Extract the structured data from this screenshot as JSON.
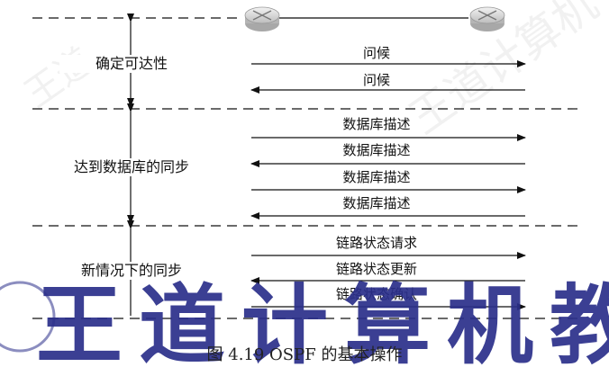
{
  "diagram": {
    "caption": "图 4.19    OSPF 的基本操作",
    "phases": [
      {
        "label": "确定可达性"
      },
      {
        "label": "达到数据库的同步"
      },
      {
        "label": "新情况下的同步"
      }
    ],
    "messages": [
      {
        "label": "问候",
        "direction": "right"
      },
      {
        "label": "问候",
        "direction": "left"
      },
      {
        "label": "数据库描述",
        "direction": "right"
      },
      {
        "label": "数据库描述",
        "direction": "left"
      },
      {
        "label": "数据库描述",
        "direction": "right"
      },
      {
        "label": "数据库描述",
        "direction": "left"
      },
      {
        "label": "链路状态请求",
        "direction": "right"
      },
      {
        "label": "链路状态更新",
        "direction": "left"
      },
      {
        "label": "链路状态确认",
        "direction": "right"
      }
    ],
    "routers": [
      {
        "icon": "router-icon"
      },
      {
        "icon": "router-icon"
      }
    ],
    "watermark": {
      "text": "王道计算机教",
      "color": "#2b2f8a"
    }
  }
}
